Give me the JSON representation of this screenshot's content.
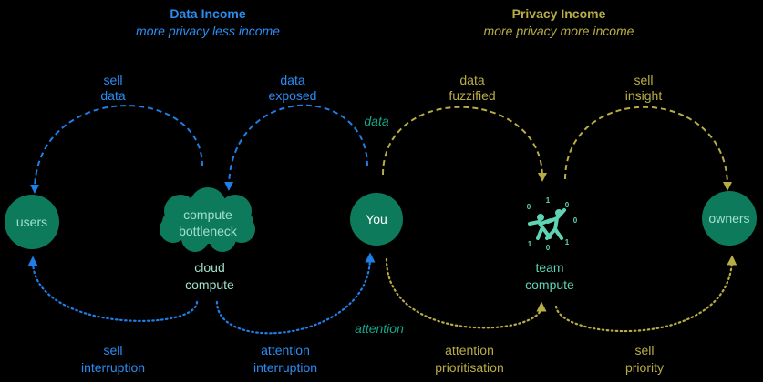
{
  "colors": {
    "background": "#000000",
    "blue": "#1f7fe8",
    "blue_text": "#2b8df2",
    "yellow": "#b8ad45",
    "node_fill": "#0e7a5c",
    "node_text_light": "#9fe0cc",
    "team_text": "#5fd3b3"
  },
  "left_panel": {
    "title": "Data Income",
    "subtitle": "more privacy less income",
    "arrows": {
      "sell_data": [
        "sell",
        "data"
      ],
      "data_exposed": [
        "data",
        "exposed"
      ],
      "sell_interruption": [
        "sell",
        "interruption"
      ],
      "attention_interruption": [
        "attention",
        "interruption"
      ]
    }
  },
  "right_panel": {
    "title": "Privacy Income",
    "subtitle": "more privacy more income",
    "arrows": {
      "data_fuzzified": [
        "data",
        "fuzzified"
      ],
      "sell_insight": [
        "sell",
        "insight"
      ],
      "attention_prioritisation": [
        "attention",
        "prioritisation"
      ],
      "sell_priority": [
        "sell",
        "priority"
      ]
    }
  },
  "center_labels": {
    "data": "data",
    "attention": "attention"
  },
  "nodes": {
    "users": "users",
    "cloud": [
      "compute",
      "bottleneck"
    ],
    "cloud_caption": [
      "cloud",
      "compute"
    ],
    "you": "You",
    "team_caption": [
      "team",
      "compute"
    ],
    "team_icon": "people-collaborating-icon",
    "team_bits": [
      "0",
      "1",
      "0",
      "0",
      "1",
      "0",
      "1"
    ],
    "owners": "owners"
  }
}
